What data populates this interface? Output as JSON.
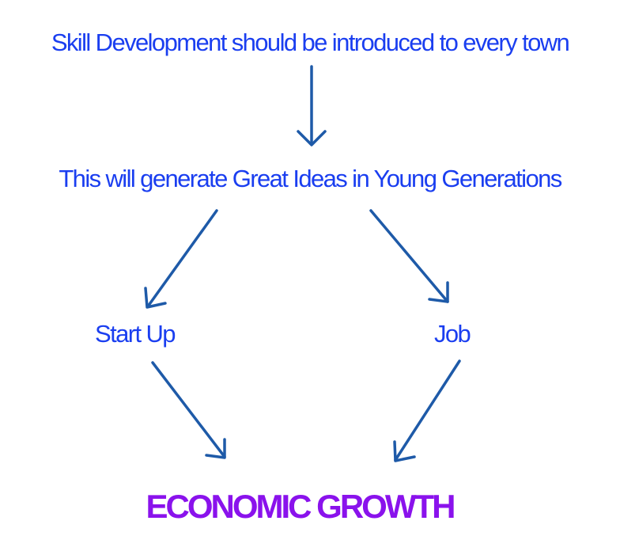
{
  "colors": {
    "text_blue": "#1a3ef0",
    "text_purple": "#8a12ec",
    "arrow": "#1e5aa8"
  },
  "nodes": {
    "top": "Skill Development should be introduced to every town",
    "middle": "This will generate Great Ideas in Young Generations",
    "left": "Start Up",
    "right": "Job",
    "bottom": "ECONOMIC GROWTH"
  }
}
